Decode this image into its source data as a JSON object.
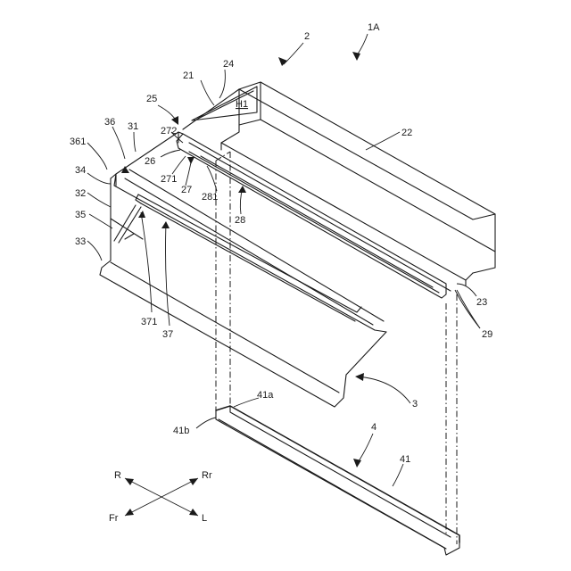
{
  "labels": {
    "assembly": "1A",
    "l2": "2",
    "l21": "21",
    "l24": "24",
    "h1": "H1",
    "l25": "25",
    "l22": "22",
    "l36": "36",
    "l31": "31",
    "l272": "272",
    "l361": "361",
    "l26": "26",
    "l271": "271",
    "l27": "27",
    "l281": "281",
    "l34": "34",
    "l32": "32",
    "l28": "28",
    "l35": "35",
    "l33": "33",
    "l371": "371",
    "l37": "37",
    "l23": "23",
    "l29": "29",
    "l3": "3",
    "l41a": "41a",
    "l41b": "41b",
    "l4": "4",
    "l41": "41"
  },
  "compass": {
    "r": "R",
    "rr": "Rr",
    "fr": "Fr",
    "l": "L"
  }
}
